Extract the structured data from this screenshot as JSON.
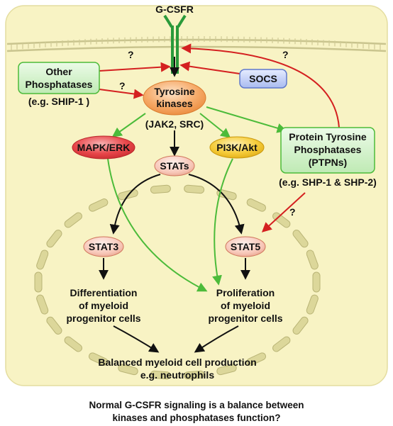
{
  "receptor": {
    "label": "G-CSFR"
  },
  "nodes": {
    "other_phosphatases": {
      "line1": "Other",
      "line2": "Phosphatases",
      "example": "(e.g. SHIP-1 )"
    },
    "tyrosine_kinases": {
      "line1": "Tyrosine",
      "line2": "kinases",
      "example": "(JAK2, SRC)"
    },
    "socs": {
      "label": "SOCS"
    },
    "mapk_erk": {
      "label": "MAPK/ERK"
    },
    "pi3k_akt": {
      "label": "PI3K/Akt"
    },
    "stats": {
      "label": "STATs"
    },
    "ptpn": {
      "line1": "Protein Tyrosine",
      "line2": "Phosphatases",
      "line3": "(PTPNs)",
      "example": "(e.g. SHP-1 & SHP-2)"
    },
    "stat3": {
      "label": "STAT3"
    },
    "stat5": {
      "label": "STAT5"
    },
    "differentiation": {
      "line1": "Differentiation",
      "line2": "of myeloid",
      "line3": "progenitor cells"
    },
    "proliferation": {
      "line1": "Proliferation",
      "line2": "of myeloid",
      "line3": "progenitor cells"
    },
    "balanced": {
      "line1": "Balanced myeloid cell production",
      "line2": "e.g. neutrophils"
    }
  },
  "question_marks": [
    "?",
    "?",
    "?",
    "?"
  ],
  "caption": {
    "line1": "Normal G-CSFR signaling is a balance between",
    "line2": "kinases and phosphatases function?"
  },
  "colors": {
    "cell_fill": "#f8f3c4",
    "membrane": "#c9c48e",
    "activation_arrow": "#4cbb3a",
    "inhibition_arrow": "#d42020",
    "neutral_arrow": "#111111",
    "green_box": "#d6f5cf",
    "socs_box": "#c7d3f5",
    "kinase_orange": "#f39a52",
    "mapk_red": "#e8464a",
    "pi3k_yellow": "#f5c62a",
    "stat_pink": "#f7c6b7"
  }
}
